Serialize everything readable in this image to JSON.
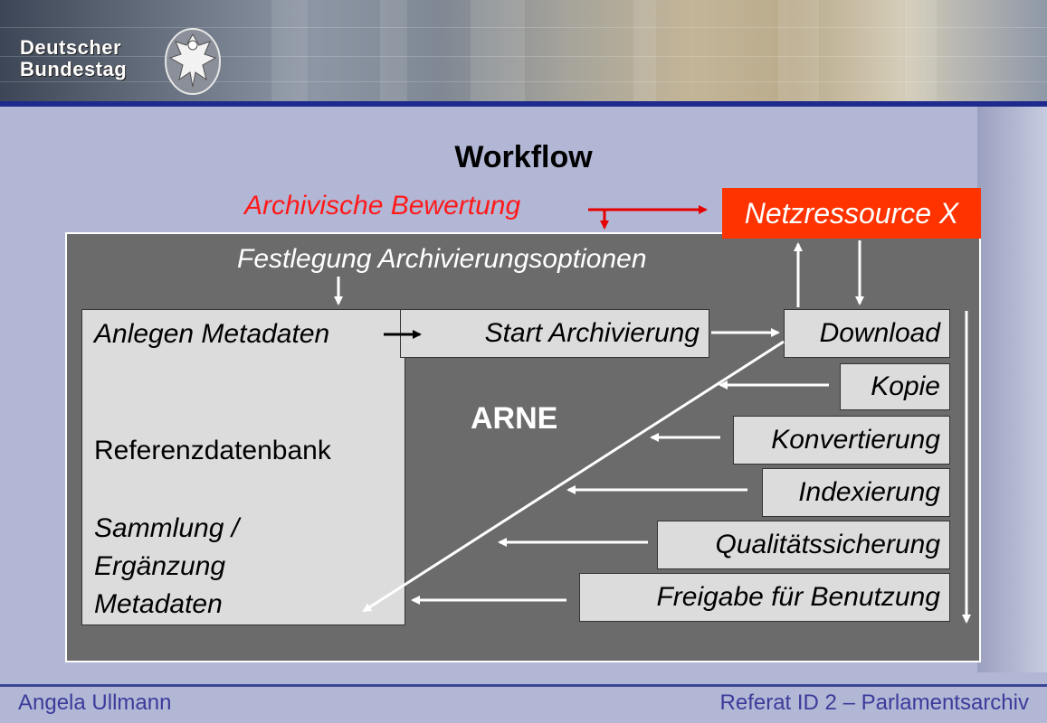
{
  "header": {
    "logo_line1": "Deutscher",
    "logo_line2": "Bundestag"
  },
  "title": "Workflow",
  "bewertung": "Archivische Bewertung",
  "netzressource": "Netzressource X",
  "festlegung": "Festlegung Archivierungsoptionen",
  "arne_label": "ARNE",
  "left_panel": {
    "anlegen": "Anlegen Metadaten",
    "referenz": "Referenzdatenbank",
    "sammlung1": "Sammlung /",
    "sammlung2": "Ergänzung",
    "sammlung3": "Metadaten"
  },
  "steps": {
    "start": "Start Archivierung",
    "download": "Download",
    "kopie": "Kopie",
    "konvertierung": "Konvertierung",
    "indexierung": "Indexierung",
    "qualitaet": "Qualitätssicherung",
    "freigabe": "Freigabe für Benutzung"
  },
  "colors": {
    "accent_red": "#ff1a1a",
    "netz_bg": "#ff3300",
    "box_grey": "#6b6b6b",
    "step_box": "#dcdcdc",
    "footer_blue": "#3b3b9a"
  },
  "footer": {
    "left": "Angela Ullmann",
    "right": "Referat ID 2 – Parlamentsarchiv"
  }
}
